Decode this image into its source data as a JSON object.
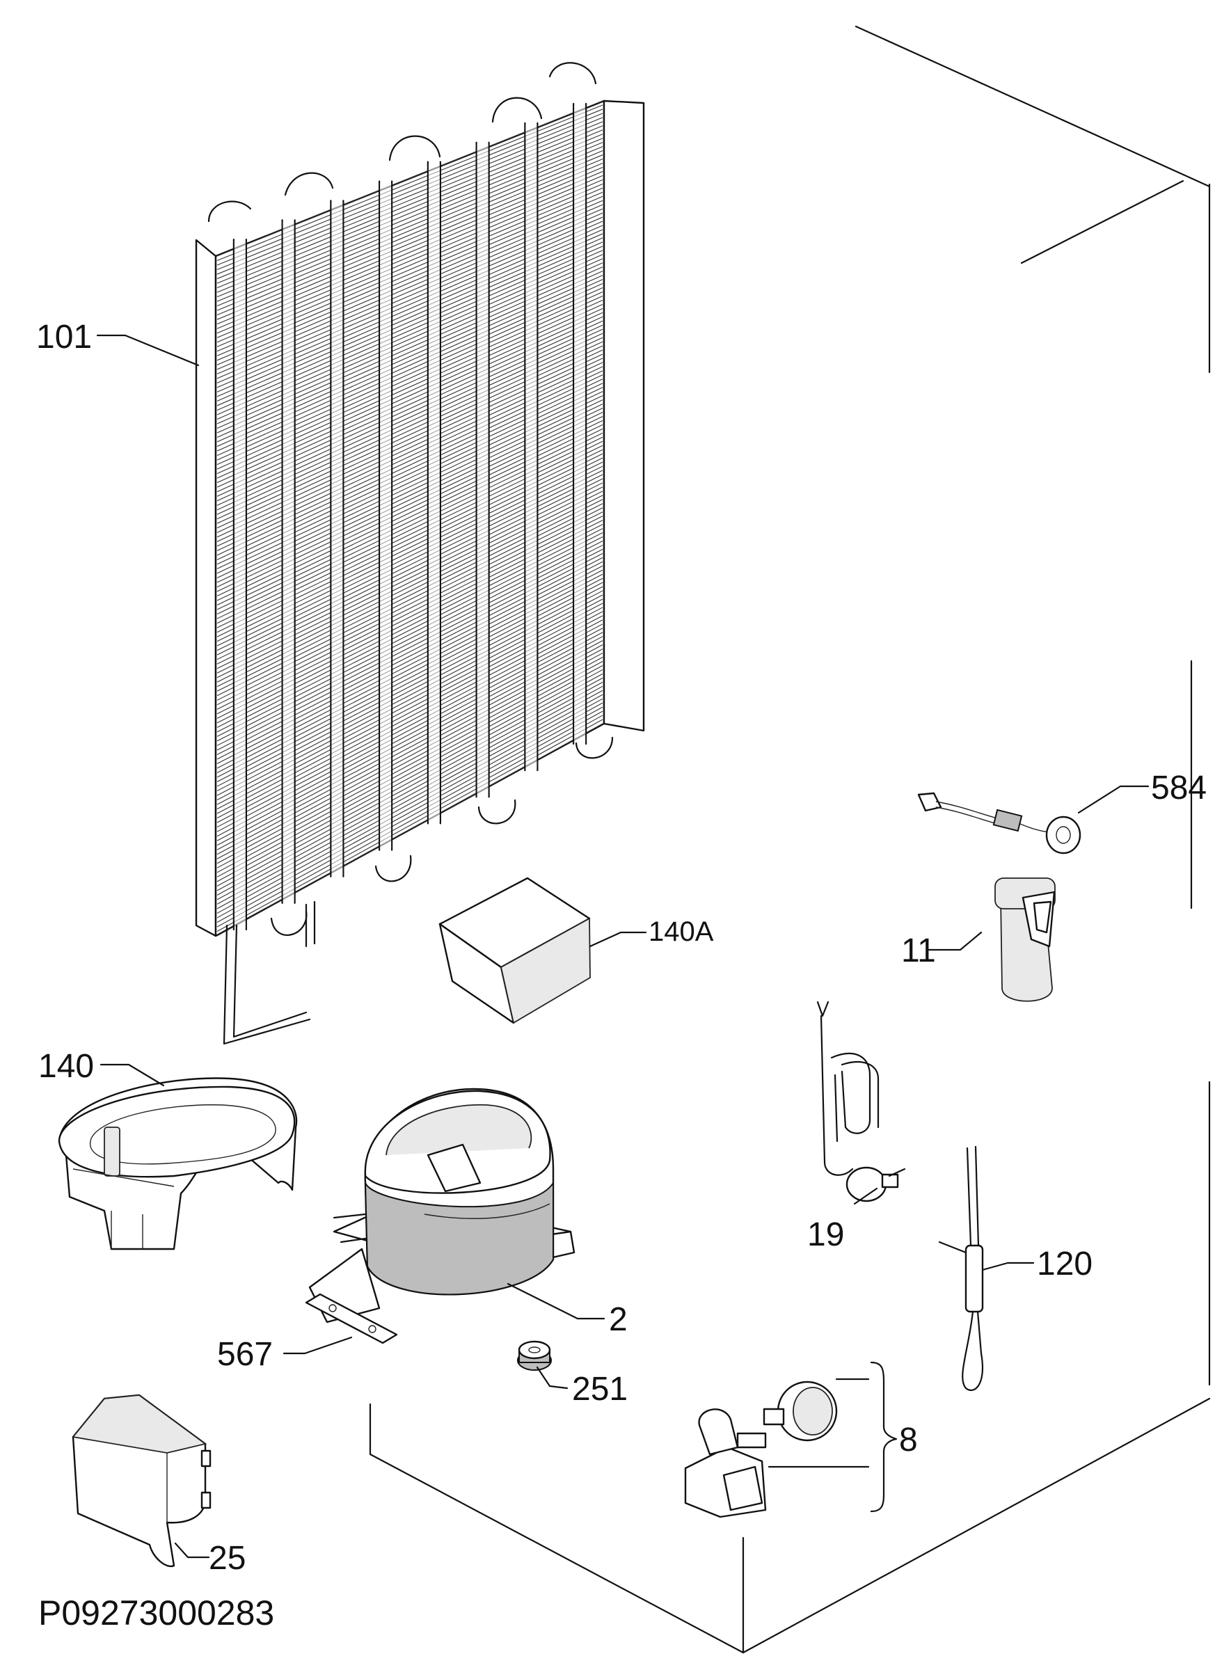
{
  "labels": {
    "p101": "101",
    "p584": "584",
    "p140a": "140A",
    "p11": "11",
    "p140": "140",
    "p19": "19",
    "p120": "120",
    "p2": "2",
    "p567": "567",
    "p251": "251",
    "p8": "8",
    "p25": "25"
  },
  "drawing_code": "P09273000283"
}
